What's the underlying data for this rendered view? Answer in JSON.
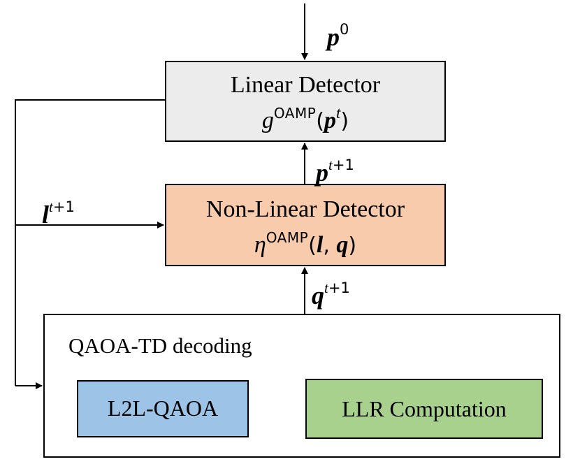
{
  "colors": {
    "linear_detector_fill": "#ececec",
    "nonlinear_detector_fill": "#f8cbad",
    "decoding_fill": "#ffffff",
    "l2l_fill": "#9dc3e6",
    "llr_fill": "#a9d18e",
    "stroke": "#000000"
  },
  "blocks": {
    "linear": {
      "title": "Linear Detector",
      "func": "g",
      "superscript": "OAMP",
      "arg": "p",
      "arg_sup": "t"
    },
    "nonlinear": {
      "title": "Non-Linear Detector",
      "func": "η",
      "superscript": "OAMP",
      "arg1": "l",
      "arg2": "q"
    },
    "decoding": {
      "title": "QAOA-TD decoding",
      "l2l": "L2L-QAOA",
      "llr": "LLR Computation"
    }
  },
  "signals": {
    "p0": {
      "var": "p",
      "sup": "0"
    },
    "p_next": {
      "var": "p",
      "sup_var": "t",
      "sup_rest": "+1"
    },
    "l_next": {
      "var": "l",
      "sup_var": "t",
      "sup_rest": "+1"
    },
    "q_next": {
      "var": "q",
      "sup_var": "t",
      "sup_rest": "+1"
    }
  }
}
